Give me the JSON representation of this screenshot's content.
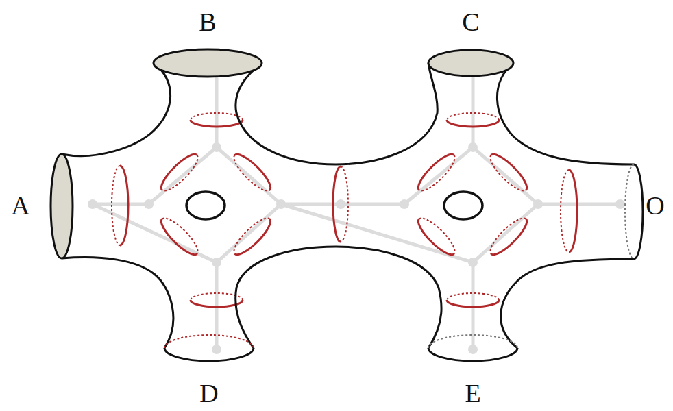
{
  "diagram": {
    "labels": [
      "B",
      "C",
      "A",
      "O",
      "D",
      "E"
    ]
  }
}
